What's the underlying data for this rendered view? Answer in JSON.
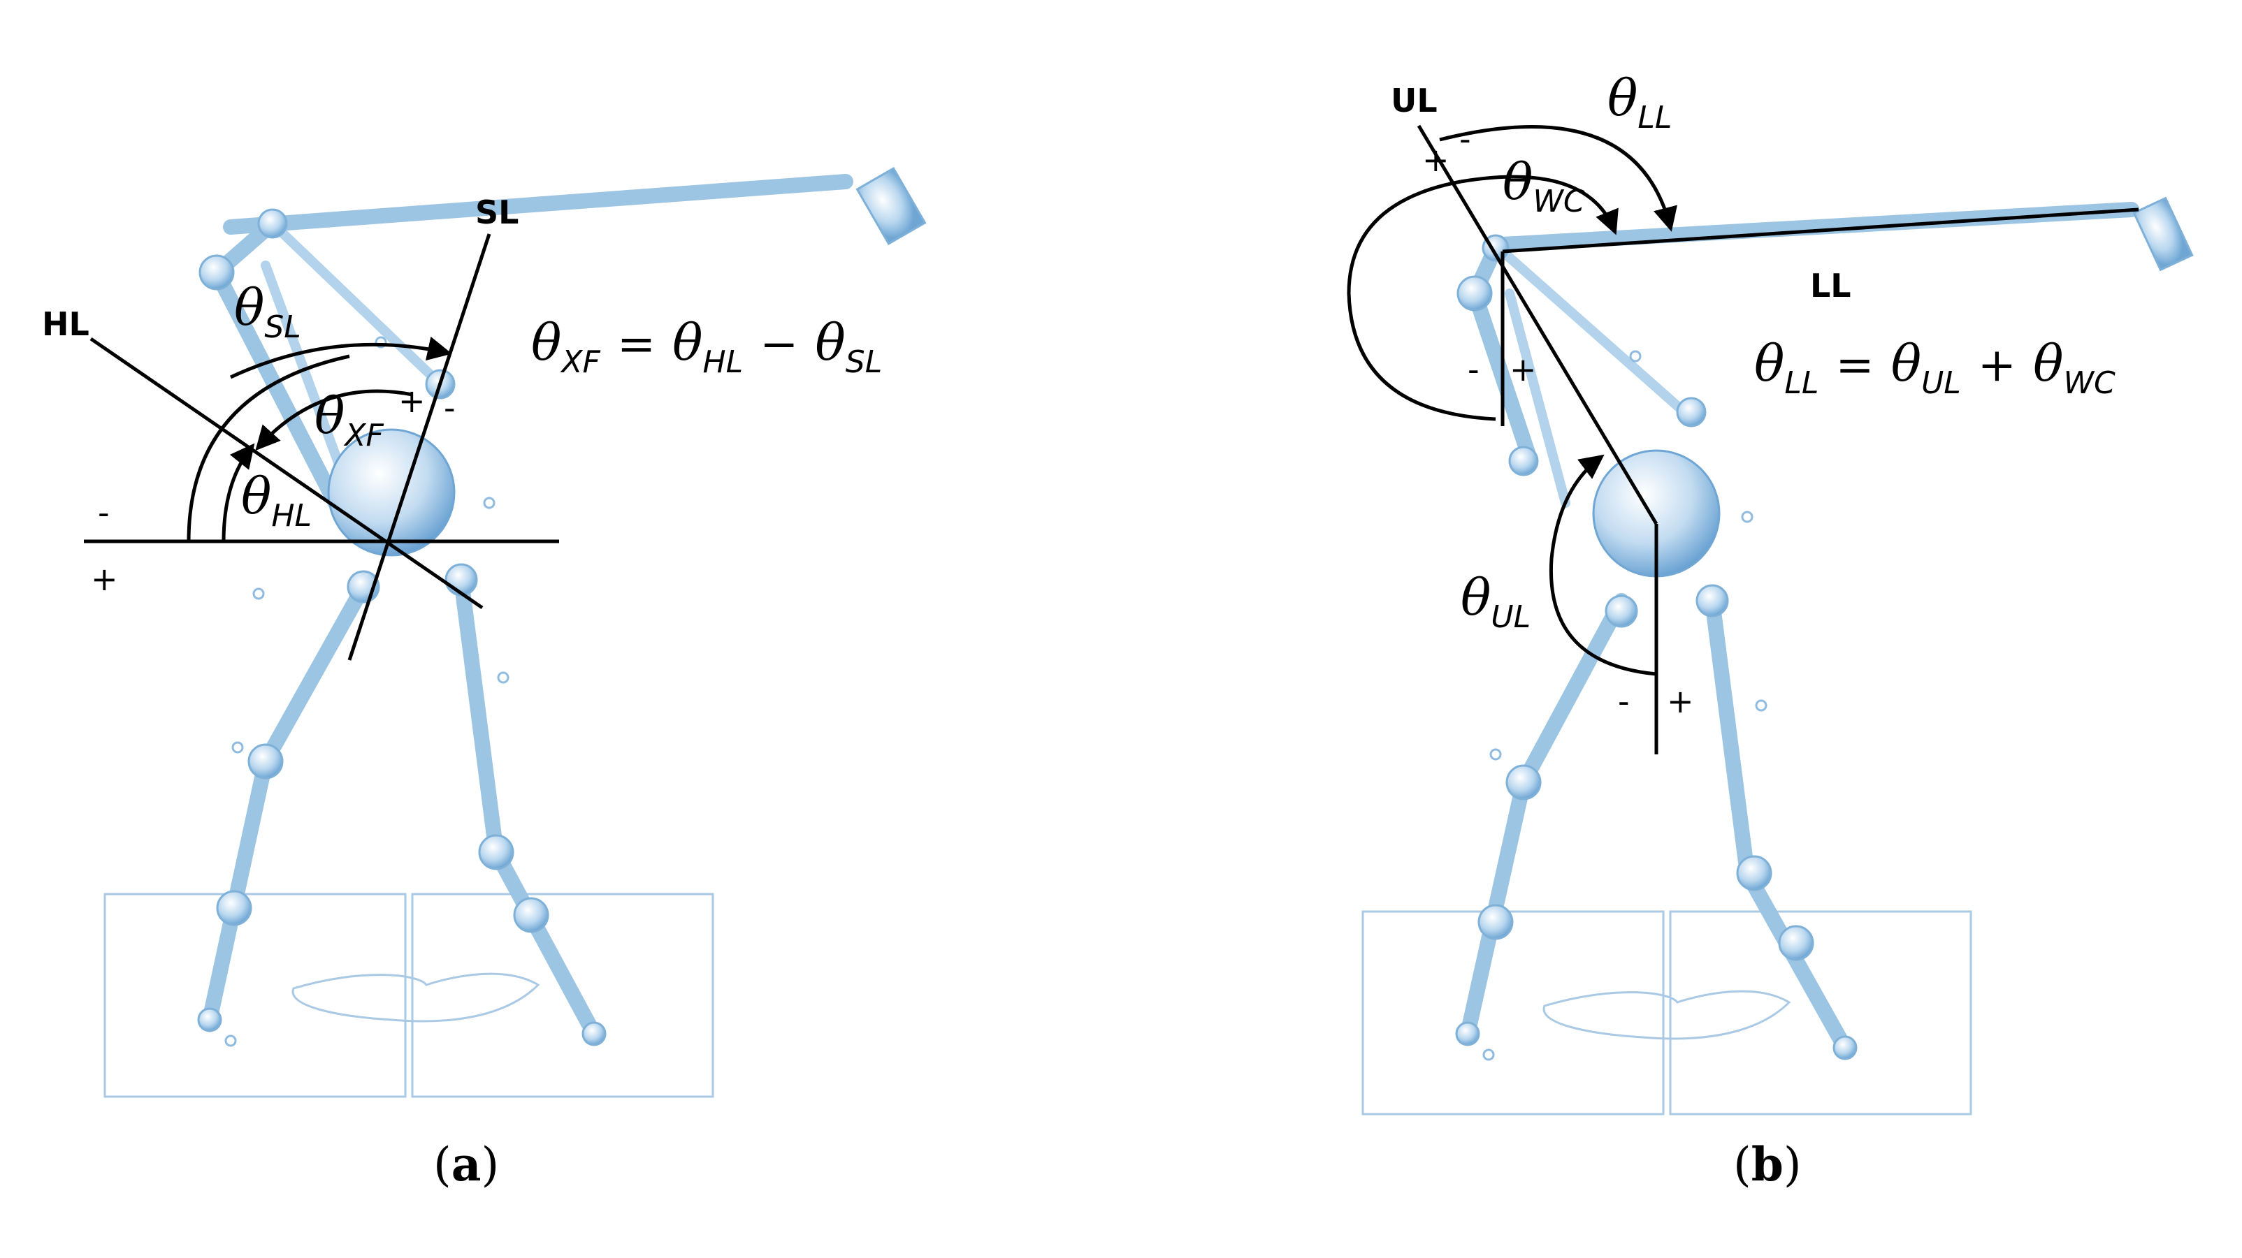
{
  "panel_a": {
    "labels": {
      "hl": "HL",
      "sl": "SL"
    },
    "signs": {
      "minus_left": "-",
      "plus_left": "+",
      "plus_sl": "+",
      "minus_sl": "-"
    },
    "angles": {
      "theta_sl": {
        "symbol": "θ",
        "sub": "SL"
      },
      "theta_xf": {
        "symbol": "θ",
        "sub": "XF"
      },
      "theta_hl": {
        "symbol": "θ",
        "sub": "HL"
      }
    },
    "equation": {
      "lhs_sym": "θ",
      "lhs_sub": "XF",
      "eq": "=",
      "t1_sym": "θ",
      "t1_sub": "HL",
      "op": "−",
      "t2_sym": "θ",
      "t2_sub": "SL"
    },
    "caption": {
      "open": "(",
      "letter": "a",
      "close": ")"
    }
  },
  "panel_b": {
    "labels": {
      "ul": "UL",
      "ll": "LL"
    },
    "signs": {
      "plus_ul": "+",
      "minus_ul": "-",
      "minus_shoulder": "-",
      "plus_shoulder": "+",
      "minus_bottom": "-",
      "plus_bottom": "+"
    },
    "angles": {
      "theta_ll": {
        "symbol": "θ",
        "sub": "LL"
      },
      "theta_wc": {
        "symbol": "θ",
        "sub": "WC"
      },
      "theta_ul": {
        "symbol": "θ",
        "sub": "UL"
      }
    },
    "equation": {
      "lhs_sym": "θ",
      "lhs_sub": "LL",
      "eq": "=",
      "t1_sym": "θ",
      "t1_sub": "UL",
      "op": "+",
      "t2_sym": "θ",
      "t2_sub": "WC"
    },
    "caption": {
      "open": "(",
      "letter": "b",
      "close": ")"
    }
  },
  "colors": {
    "skeleton": "#9cc4e3",
    "lines": "#000000",
    "background": "#ffffff"
  }
}
